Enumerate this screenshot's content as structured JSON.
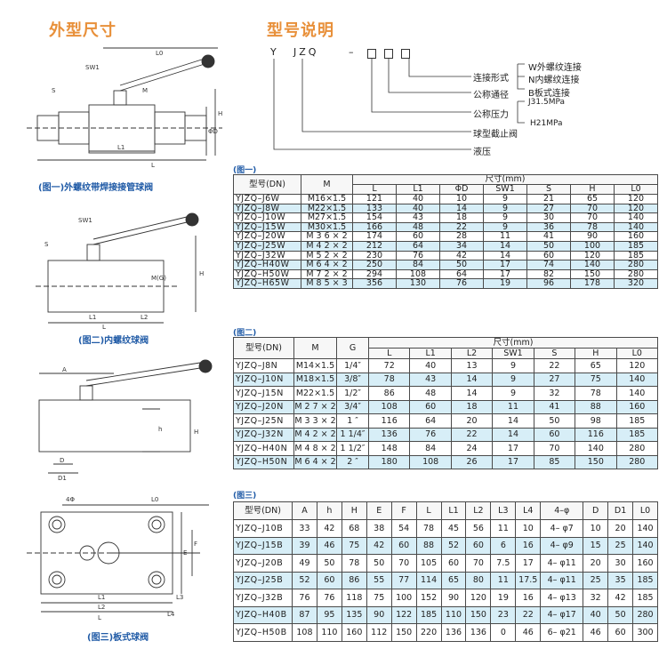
{
  "headings": {
    "left": "外型尺寸",
    "right": "型号说明"
  },
  "model_code": {
    "y": "Y",
    "jzq": "JZQ",
    "dash": "–",
    "labels": {
      "conn_type": "连接形式",
      "w_ext": "W外螺纹连接",
      "n_int": "N内螺纹连接",
      "b_plate": "B板式连接",
      "nominal_bore": "公称通径",
      "nominal_pressure": "公称压力",
      "j315": "J31.5MPa",
      "h21": "H21MPa",
      "ball_valve": "球型截止阀",
      "hydraulic": "液压"
    }
  },
  "captions": {
    "fig1": "(图一)外螺纹带焊接接管球阀",
    "fig2": "(图二)内螺纹球阀",
    "fig3": "(图三)板式球阀"
  },
  "dims": {
    "sw1": "SW1",
    "s": "S",
    "m": "M",
    "l0": "L0",
    "l1": "L1",
    "l": "L",
    "l2": "L2",
    "h": "H",
    "phid": "ΦD",
    "mg": "M(G)",
    "a": "A",
    "d": "D",
    "d1": "D1",
    "h_small": "h",
    "e": "E",
    "f": "F",
    "l3": "L3",
    "l4": "L4",
    "four_phi": "4Φ"
  },
  "table1": {
    "caption": "(图一)",
    "head1": [
      "型号(DN)",
      "M",
      "尺寸(mm)"
    ],
    "head2": [
      "L",
      "L1",
      "ΦD",
      "SW1",
      "S",
      "H",
      "L0"
    ],
    "rows": [
      [
        "YJZQ–J6W",
        "M16×1.5",
        "121",
        "40",
        "10",
        "9",
        "21",
        "65",
        "120"
      ],
      [
        "YJZQ–J8W",
        "M22×1.5",
        "133",
        "40",
        "14",
        "9",
        "27",
        "70",
        "120"
      ],
      [
        "YJZQ–J10W",
        "M27×1.5",
        "154",
        "43",
        "18",
        "9",
        "30",
        "70",
        "140"
      ],
      [
        "YJZQ–J15W",
        "M30×1.5",
        "166",
        "48",
        "22",
        "9",
        "36",
        "78",
        "140"
      ],
      [
        "YJZQ–J20W",
        "M 3 6 × 2",
        "174",
        "60",
        "28",
        "11",
        "41",
        "90",
        "160"
      ],
      [
        "YJZQ–J25W",
        "M 4 2 × 2",
        "212",
        "64",
        "34",
        "14",
        "50",
        "100",
        "185"
      ],
      [
        "YJZQ–J32W",
        "M 5 2 × 2",
        "230",
        "76",
        "42",
        "14",
        "60",
        "120",
        "185"
      ],
      [
        "YJZQ–H40W",
        "M 6 4 × 2",
        "250",
        "84",
        "50",
        "17",
        "74",
        "140",
        "280"
      ],
      [
        "YJZQ–H50W",
        "M 7 2 × 2",
        "294",
        "108",
        "64",
        "17",
        "82",
        "150",
        "280"
      ],
      [
        "YJZQ–H65W",
        "M 8 5 × 3",
        "356",
        "130",
        "76",
        "19",
        "96",
        "178",
        "320"
      ]
    ]
  },
  "table2": {
    "caption": "(图二)",
    "head1": [
      "型号(DN)",
      "M",
      "G",
      "尺寸(mm)"
    ],
    "head2": [
      "L",
      "L1",
      "L2",
      "SW1",
      "S",
      "H",
      "L0"
    ],
    "rows": [
      [
        "YJZQ–J8N",
        "M14×1.5",
        "1/4″",
        "72",
        "40",
        "13",
        "9",
        "22",
        "65",
        "120"
      ],
      [
        "YJZQ–J10N",
        "M18×1.5",
        "3/8″",
        "78",
        "43",
        "14",
        "9",
        "27",
        "75",
        "140"
      ],
      [
        "YJZQ–J15N",
        "M22×1.5",
        "1/2″",
        "86",
        "48",
        "14",
        "9",
        "32",
        "78",
        "140"
      ],
      [
        "YJZQ–J20N",
        "M 2 7 × 2",
        "3/4″",
        "108",
        "60",
        "18",
        "11",
        "41",
        "88",
        "160"
      ],
      [
        "YJZQ–J25N",
        "M 3 3 × 2",
        "1 ″",
        "116",
        "64",
        "20",
        "14",
        "50",
        "98",
        "185"
      ],
      [
        "YJZQ–J32N",
        "M 4 2 × 2",
        "1 1/4″",
        "136",
        "76",
        "22",
        "14",
        "60",
        "116",
        "185"
      ],
      [
        "YJZQ–H40N",
        "M 4 8 × 2",
        "1 1/2″",
        "148",
        "84",
        "24",
        "17",
        "70",
        "140",
        "280"
      ],
      [
        "YJZQ–H50N",
        "M 6 4 × 2",
        "2 ″",
        "180",
        "108",
        "26",
        "17",
        "85",
        "150",
        "280"
      ]
    ]
  },
  "table3": {
    "caption": "(图三)",
    "head": [
      "型号(DN)",
      "A",
      "h",
      "H",
      "E",
      "F",
      "L",
      "L1",
      "L2",
      "L3",
      "L4",
      "4–φ",
      "D",
      "D1",
      "L0"
    ],
    "rows": [
      [
        "YJZQ–J10B",
        "33",
        "42",
        "68",
        "38",
        "54",
        "78",
        "45",
        "56",
        "11",
        "10",
        "4– φ7",
        "10",
        "20",
        "140"
      ],
      [
        "YJZQ–J15B",
        "39",
        "46",
        "75",
        "42",
        "60",
        "88",
        "52",
        "60",
        "6",
        "16",
        "4– φ9",
        "15",
        "25",
        "140"
      ],
      [
        "YJZQ–J20B",
        "49",
        "50",
        "78",
        "50",
        "70",
        "105",
        "60",
        "70",
        "7.5",
        "17",
        "4– φ11",
        "20",
        "30",
        "160"
      ],
      [
        "YJZQ–J25B",
        "52",
        "60",
        "86",
        "55",
        "77",
        "114",
        "65",
        "80",
        "11",
        "17.5",
        "4– φ11",
        "25",
        "35",
        "185"
      ],
      [
        "YJZQ–J32B",
        "76",
        "76",
        "118",
        "75",
        "100",
        "152",
        "90",
        "120",
        "19",
        "16",
        "4– φ13",
        "32",
        "42",
        "185"
      ],
      [
        "YJZQ–H40B",
        "87",
        "95",
        "135",
        "90",
        "122",
        "185",
        "110",
        "150",
        "23",
        "22",
        "4– φ17",
        "40",
        "50",
        "280"
      ],
      [
        "YJZQ–H50B",
        "108",
        "110",
        "160",
        "112",
        "150",
        "220",
        "136",
        "136",
        "0",
        "46",
        "6– φ21",
        "46",
        "60",
        "300"
      ]
    ]
  },
  "colors": {
    "heading": "#e8903a",
    "caption": "#1f5aa6",
    "row_tint": "#d7eef7"
  }
}
